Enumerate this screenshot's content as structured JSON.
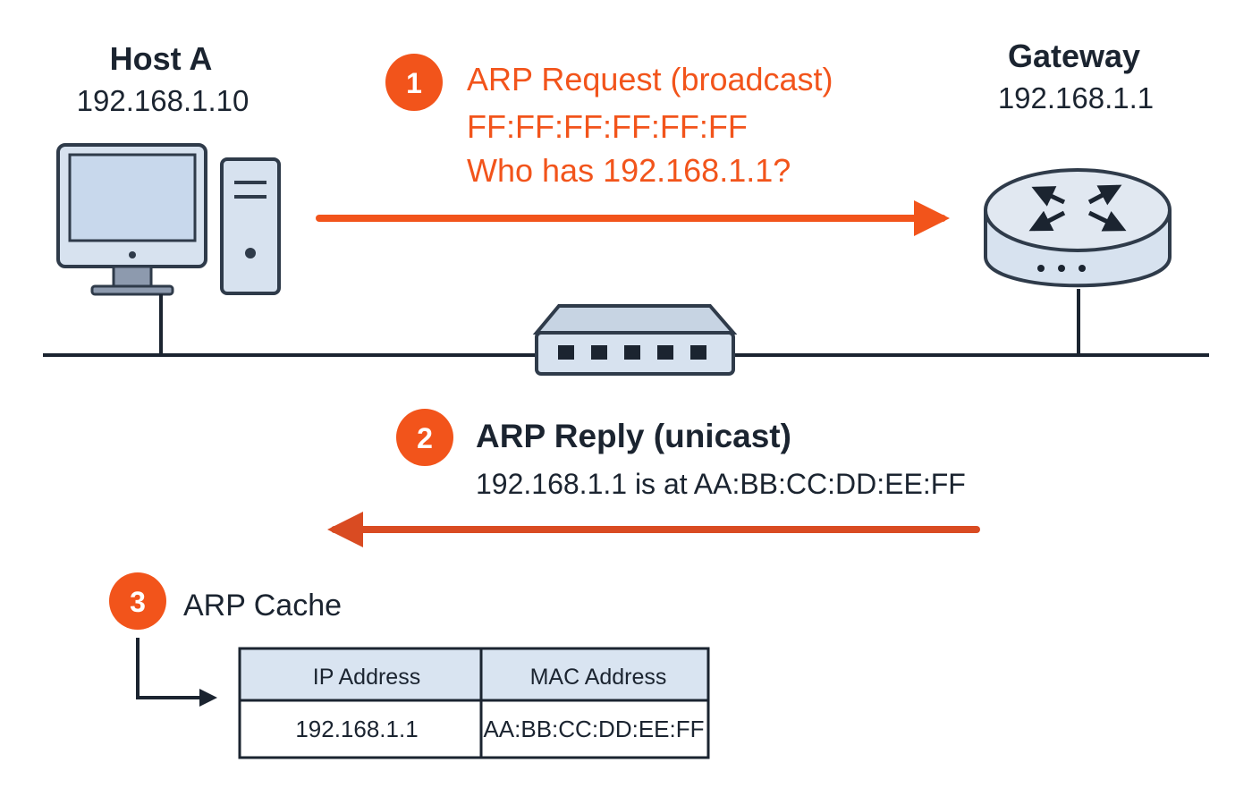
{
  "colors": {
    "accent_orange": "#f2541b",
    "reply_red": "#d94b22",
    "device_fill": "#d7e2ef",
    "device_stroke": "#2f3b4a",
    "text_dark": "#1b2430",
    "table_header": "#d9e4f1"
  },
  "host": {
    "title": "Host A",
    "ip": "192.168.1.10",
    "icon": "desktop-computer-icon"
  },
  "gateway": {
    "title": "Gateway",
    "ip": "192.168.1.1",
    "icon": "router-icon"
  },
  "switch": {
    "icon": "network-switch-icon"
  },
  "steps": {
    "request": {
      "number": "1",
      "title": "ARP Request (broadcast)",
      "mac": "FF:FF:FF:FF:FF:FF",
      "question": "Who has 192.168.1.1?"
    },
    "reply": {
      "number": "2",
      "title": "ARP Reply (unicast)",
      "text": "192.168.1.1 is at AA:BB:CC:DD:EE:FF"
    },
    "cache": {
      "number": "3",
      "title": "ARP Cache"
    }
  },
  "arp_table": {
    "headers": [
      "IP Address",
      "MAC Address"
    ],
    "rows": [
      [
        "192.168.1.1",
        "AA:BB:CC:DD:EE:FF"
      ]
    ]
  }
}
